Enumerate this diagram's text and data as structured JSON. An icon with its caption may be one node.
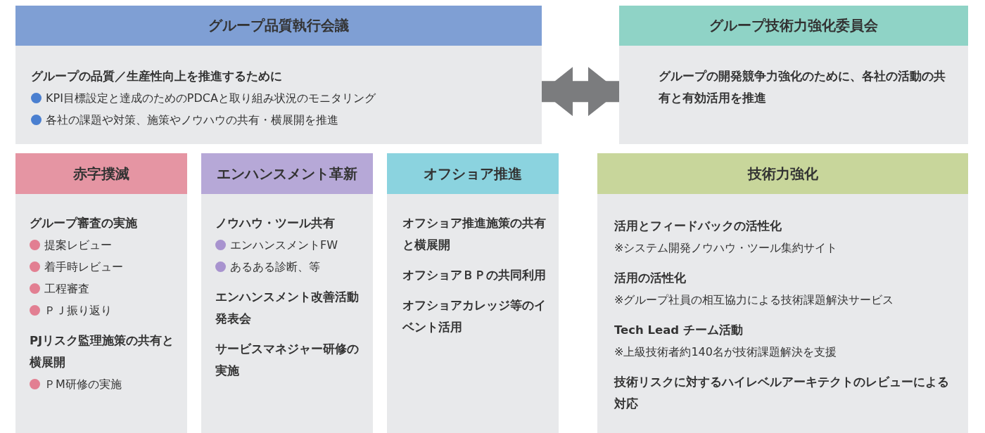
{
  "diagram": {
    "nodes": [
      {
        "text": [
          "グループ品質執行会議",
          "グループの品質／生産性向上を推進するために",
          "KPI目標設定と達成のためのPDCAと取り組み状況のモニタリング",
          "各社の課題や対策、施策やノウハウの共有・横展開を推進"
        ]
      },
      {
        "text": [
          "グループ技術力強化委員会",
          "グループの開発競争力強化のために、各社の活動の共有と有効活用を推進"
        ]
      },
      {
        "text": [
          "赤字撲滅",
          "グループ審査の実施",
          "提案レビュー",
          "着手時レビュー",
          "工程審査",
          "ＰＪ振り返り",
          "PJリスク監理施策の共有と横展開",
          "ＰM研修の実施"
        ]
      },
      {
        "text": [
          "エンハンスメント革新",
          "ノウハウ・ツール共有",
          "エンハンスメントFW",
          "あるある診断、等",
          "エンハンスメント改善活動発表会",
          "サービスマネジャー研修の実施"
        ]
      },
      {
        "text": [
          "オフショア推進",
          "オフショア推進施策の共有と横展開",
          "オフショアＢＰの共同利用",
          "オフショアカレッジ等のイベント活用"
        ]
      },
      {
        "text": [
          "技術力強化",
          "活用とフィードバックの活性化",
          "※システム開発ノウハウ・ツール集約サイト",
          "活用の活性化",
          "※グループ社員の相互協力による技術課題解決サービス",
          "Tech Lead チーム活動",
          "※上級技術者約140名が技術課題解決を支援",
          "技術リスクに対するハイレベルアーキテクトのレビューによる対応"
        ]
      }
    ],
    "edges": [
      {
        "from": 0,
        "to": 1,
        "arrow": "both"
      }
    ]
  }
}
